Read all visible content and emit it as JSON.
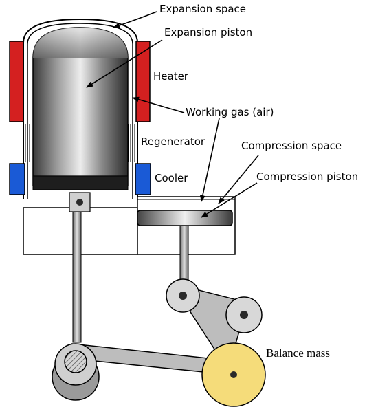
{
  "labels": {
    "expansion_space": "Expansion space",
    "expansion_piston": "Expansion piston",
    "heater": "Heater",
    "working_gas": "Working gas (air)",
    "regenerator": "Regenerator",
    "compression_space": "Compression space",
    "cooler": "Cooler",
    "compression_piston": "Compression piston",
    "balance_mass": "Balance mass"
  },
  "colors": {
    "heater": "#d42020",
    "cooler": "#1a5ad6",
    "balance_mass": "#f5dc7a",
    "linkage": "#bdbdbd",
    "outline": "#000000"
  }
}
